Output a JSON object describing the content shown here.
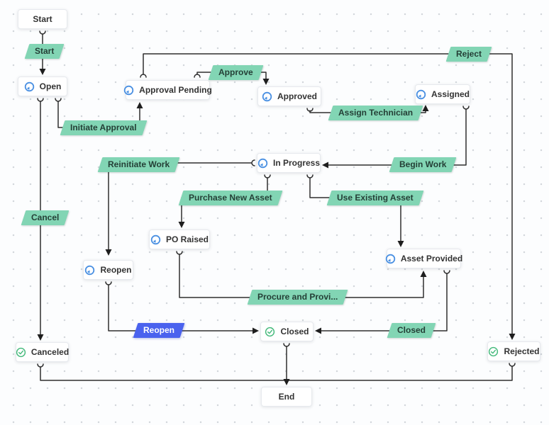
{
  "diagram": {
    "states": {
      "start": {
        "label": "Start"
      },
      "open": {
        "label": "Open",
        "icon": "in-progress"
      },
      "approval_pending": {
        "label": "Approval Pending",
        "icon": "in-progress"
      },
      "approved": {
        "label": "Approved",
        "icon": "in-progress"
      },
      "assigned": {
        "label": "Assigned",
        "icon": "in-progress"
      },
      "in_progress": {
        "label": "In Progress",
        "icon": "in-progress"
      },
      "po_raised": {
        "label": "PO Raised",
        "icon": "in-progress"
      },
      "asset_provided": {
        "label": "Asset Provided",
        "icon": "in-progress"
      },
      "reopen": {
        "label": "Reopen",
        "icon": "in-progress"
      },
      "closed": {
        "label": "Closed",
        "icon": "done"
      },
      "canceled": {
        "label": "Canceled",
        "icon": "done"
      },
      "rejected": {
        "label": "Rejected",
        "icon": "done"
      },
      "end": {
        "label": "End"
      }
    },
    "transitions": {
      "start": {
        "label": "Start"
      },
      "initiate_approval": {
        "label": "Initiate Approval"
      },
      "approve": {
        "label": "Approve"
      },
      "reject": {
        "label": "Reject"
      },
      "assign_technician": {
        "label": "Assign Technician"
      },
      "begin_work": {
        "label": "Begin Work"
      },
      "reinitiate_work": {
        "label": "Reinitiate Work"
      },
      "purchase_new_asset": {
        "label": "Purchase New Asset"
      },
      "use_existing_asset": {
        "label": "Use Existing Asset"
      },
      "procure_and_provide": {
        "label": "Procure and Provi..."
      },
      "reopen": {
        "label": "Reopen",
        "selected": true
      },
      "closed": {
        "label": "Closed"
      },
      "cancel": {
        "label": "Cancel"
      }
    },
    "colors": {
      "transition_bg": "#82d5b4",
      "transition_selected_bg": "#4a62ee",
      "state_icon_in_progress": "#4a90e2",
      "state_icon_done": "#43b97a",
      "edge": "#2f2f2f"
    }
  }
}
